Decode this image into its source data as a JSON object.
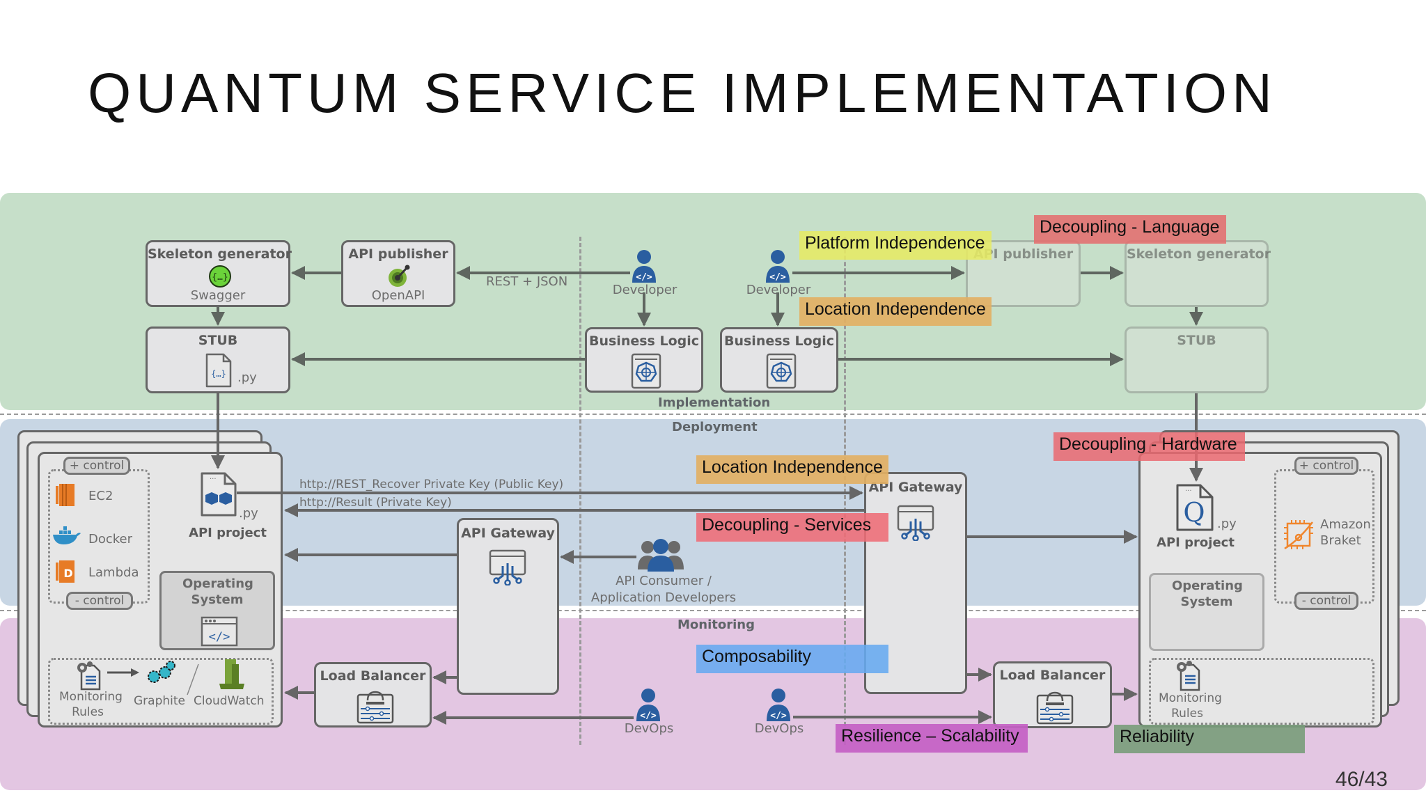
{
  "slide": {
    "title": "QUANTUM SERVICE IMPLEMENTATION",
    "page_number": "46/43"
  },
  "sections": {
    "implementation": "Implementation",
    "deployment": "Deployment",
    "monitoring": "Monitoring"
  },
  "colors": {
    "implementation_band": "#c6dfc9",
    "deployment_band": "#c8d6e4",
    "monitoring_band": "#e3c6e2",
    "icon_blue": "#2a5ea0"
  },
  "implementation": {
    "left": {
      "skeleton_generator": {
        "title": "Skeleton generator",
        "tool": "Swagger",
        "icon": "swagger-icon"
      },
      "api_publisher": {
        "title": "API publisher",
        "tool": "OpenAPI",
        "icon": "openapi-icon"
      },
      "stub": {
        "title": "STUB",
        "ext": ".py",
        "icon": "code-file-icon"
      },
      "edge_label": "REST + JSON"
    },
    "developers": [
      {
        "label": "Developer",
        "icon": "developer-icon"
      },
      {
        "label": "Developer",
        "icon": "developer-icon"
      }
    ],
    "business_logic": [
      {
        "title": "Business Logic",
        "icon": "kubernetes-icon"
      },
      {
        "title": "Business Logic",
        "icon": "kubernetes-icon"
      }
    ],
    "right": {
      "api_publisher": {
        "title": "API publisher"
      },
      "skeleton_generator": {
        "title": "Skeleton generator"
      },
      "stub": {
        "title": "STUB"
      }
    }
  },
  "deployment": {
    "left_node": {
      "control_plus": "+ control",
      "control_minus": "- control",
      "platforms": [
        {
          "label": "EC2",
          "icon": "ec2-icon"
        },
        {
          "label": "Docker",
          "icon": "docker-icon"
        },
        {
          "label": "Lambda",
          "icon": "lambda-icon"
        }
      ],
      "api_project": {
        "label": "API project",
        "ext": ".py",
        "icon": "cubes-file-icon"
      },
      "operating_system": "Operating System",
      "monitoring": {
        "rules": "Monitoring Rules",
        "graphite": "Graphite",
        "cloudwatch": "CloudWatch"
      }
    },
    "messages": {
      "request": "http://REST_Recover Private Key (Public Key)",
      "response": "http://Result (Private Key)"
    },
    "api_gateway_left": "API Gateway",
    "api_gateway_right": "API Gateway",
    "consumer": {
      "line1": "API Consumer /",
      "line2": "Application Developers"
    },
    "right_node": {
      "control_plus": "+ control",
      "control_minus": "- control",
      "api_project": {
        "label": "API project",
        "ext": ".py",
        "icon": "qiskit-file-icon"
      },
      "quantum_service": "Amazon Braket",
      "operating_system": "Operating System",
      "monitoring_rules": "Monitoring Rules"
    }
  },
  "monitoring": {
    "load_balancer_left": "Load Balancer",
    "load_balancer_right": "Load Balancer",
    "devops": [
      "DevOps",
      "DevOps"
    ]
  },
  "annotations": [
    {
      "text": "Platform Independence",
      "color": "#e6ea6e"
    },
    {
      "text": "Decoupling - Language",
      "color": "#e4787a"
    },
    {
      "text": "Location Independence",
      "color": "#e2b870"
    },
    {
      "text": "Location Independence",
      "color": "#e2b870"
    },
    {
      "text": "Decoupling - Services",
      "color": "#ed7a86"
    },
    {
      "text": "Decoupling - Hardware",
      "color": "#e9777f"
    },
    {
      "text": "Composability",
      "color": "#74b0ee"
    },
    {
      "text": "Resilience – Scalability",
      "color": "#c86dc8"
    },
    {
      "text": "Reliability",
      "color": "#809e82"
    }
  ]
}
